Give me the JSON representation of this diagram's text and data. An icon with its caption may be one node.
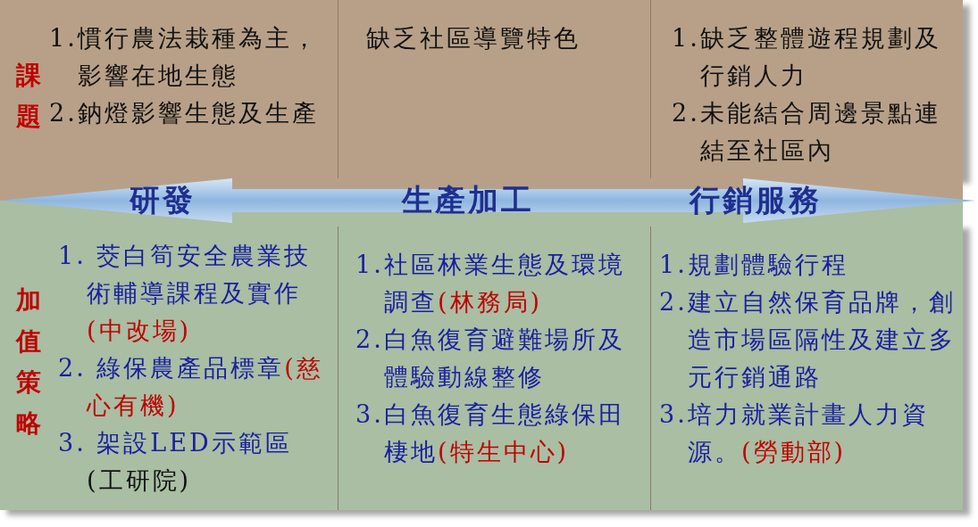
{
  "diagram": {
    "nodes": [
      {
        "text": [
          "課題"
        ]
      },
      {
        "text": [
          "1.慣行農法栽種為主，影響在地生態",
          "2.鈉燈影響生態及生產"
        ],
        "in": 0
      },
      {
        "text": [
          "缺乏社區導覽特色"
        ],
        "in": 0
      },
      {
        "text": [
          "1.缺乏整體遊程規劃及行銷人力",
          "2.未能結合周邊景點連結至社區內"
        ],
        "in": 0
      },
      {
        "text": [
          "加值策略"
        ]
      },
      {
        "text": [
          "1. 茭白筍安全農業技術輔導課程及實作",
          "(中改場)",
          "2. 綠保農產品標章",
          "(慈心有機)",
          "3. 架設LED示範區",
          "(工研院)"
        ],
        "in": 4
      },
      {
        "text": [
          "1.社區林業生態及環境調查",
          "(林務局)",
          "2.白魚復育避難場所及體驗動線整修",
          "3.白魚復育生態綠保田棲地",
          "(特生中心)"
        ],
        "in": 4
      },
      {
        "text": [
          "1.規劃體驗行程",
          "2.建立自然保育品牌，創造市場區隔性及建立多元行銷通路",
          "3.培力就業計畫人力資源。",
          "(勞動部)"
        ],
        "in": 4
      },
      {
        "text": [
          "研發",
          "生產加工",
          "行銷服務"
        ]
      }
    ]
  }
}
